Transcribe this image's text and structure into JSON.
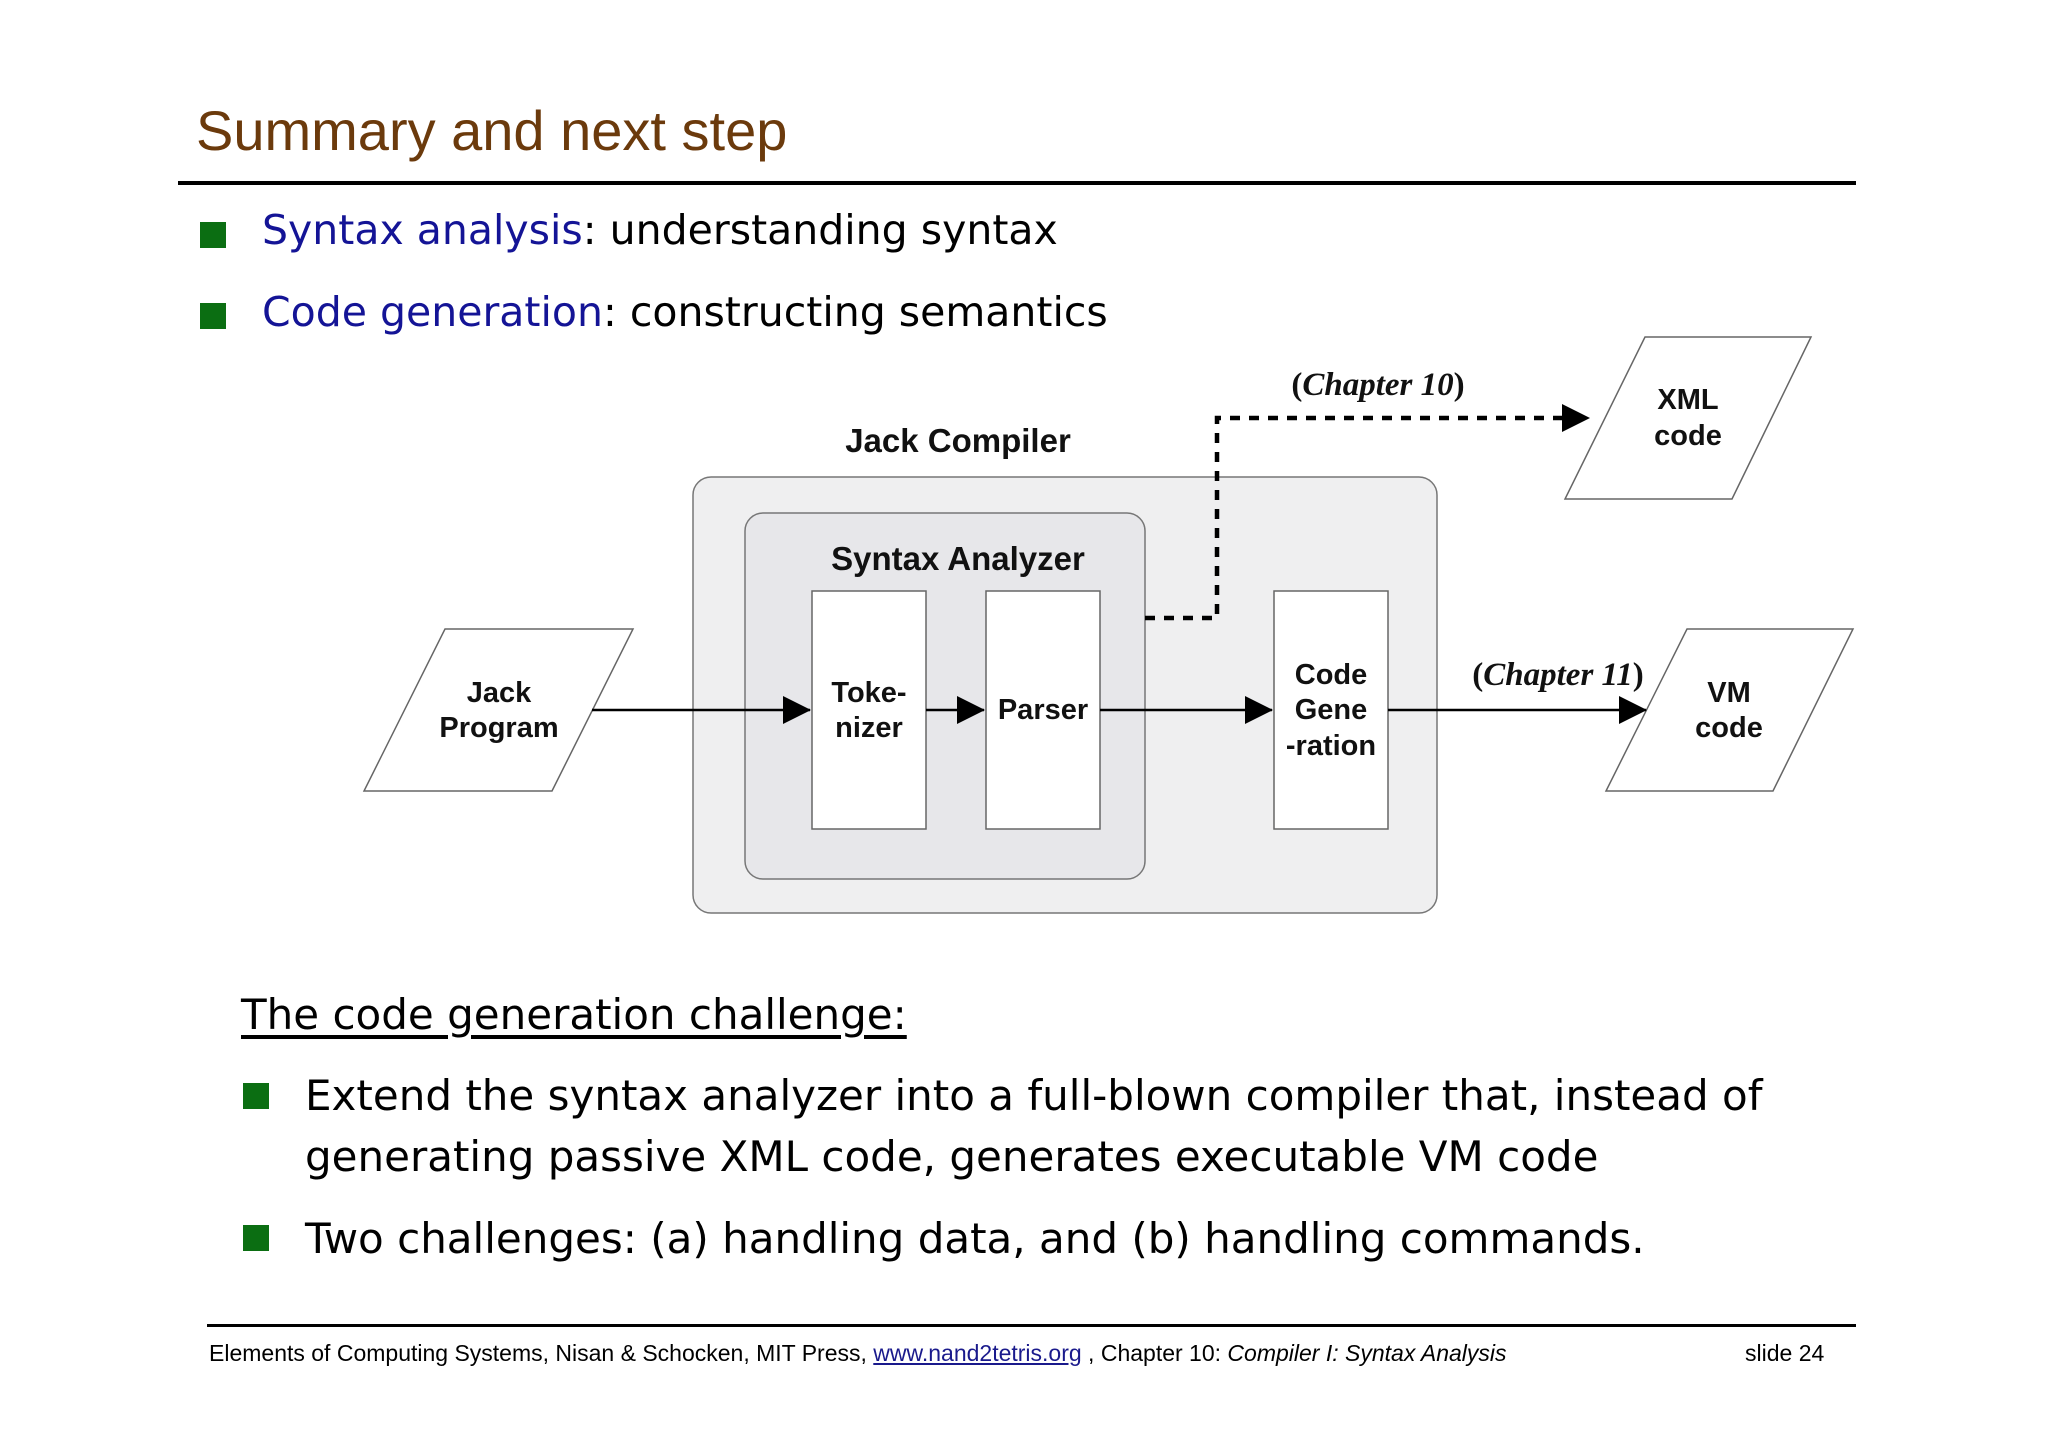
{
  "slide": {
    "title": "Summary and next step",
    "bullets": [
      {
        "term": "Syntax analysis",
        "rest": ": understanding syntax"
      },
      {
        "term": "Code generation",
        "rest": ": constructing semantics"
      }
    ]
  },
  "diagram": {
    "jack_compiler_label": "Jack Compiler",
    "syntax_analyzer_label": "Syntax Analyzer",
    "input_program": [
      "Jack",
      "Program"
    ],
    "tokenizer": [
      "Toke-",
      "nizer"
    ],
    "parser": "Parser",
    "code_generation": [
      "Code",
      "Gene",
      "-ration"
    ],
    "xml_output": [
      "XML",
      "code"
    ],
    "vm_output": [
      "VM",
      "code"
    ],
    "chapter10_label": {
      "open": "(",
      "text": "Chapter 10",
      "close": ")"
    },
    "chapter11_label": {
      "open": "(",
      "text": "Chapter 11",
      "close": ")"
    }
  },
  "challenge": {
    "title": "The code generation challenge:",
    "items": [
      "Extend the syntax analyzer into a full-blown compiler that, instead of generating passive XML code, generates executable VM code",
      "Two challenges:  (a) handling data, and (b) handling commands."
    ]
  },
  "footer": {
    "text_before": "Elements of Computing Systems, Nisan & Schocken, MIT Press, ",
    "link": "www.nand2tetris.org",
    "text_middle": " , Chapter 10: ",
    "chapter_title": "Compiler I: Syntax Analysis",
    "slide_number": "slide 24"
  }
}
